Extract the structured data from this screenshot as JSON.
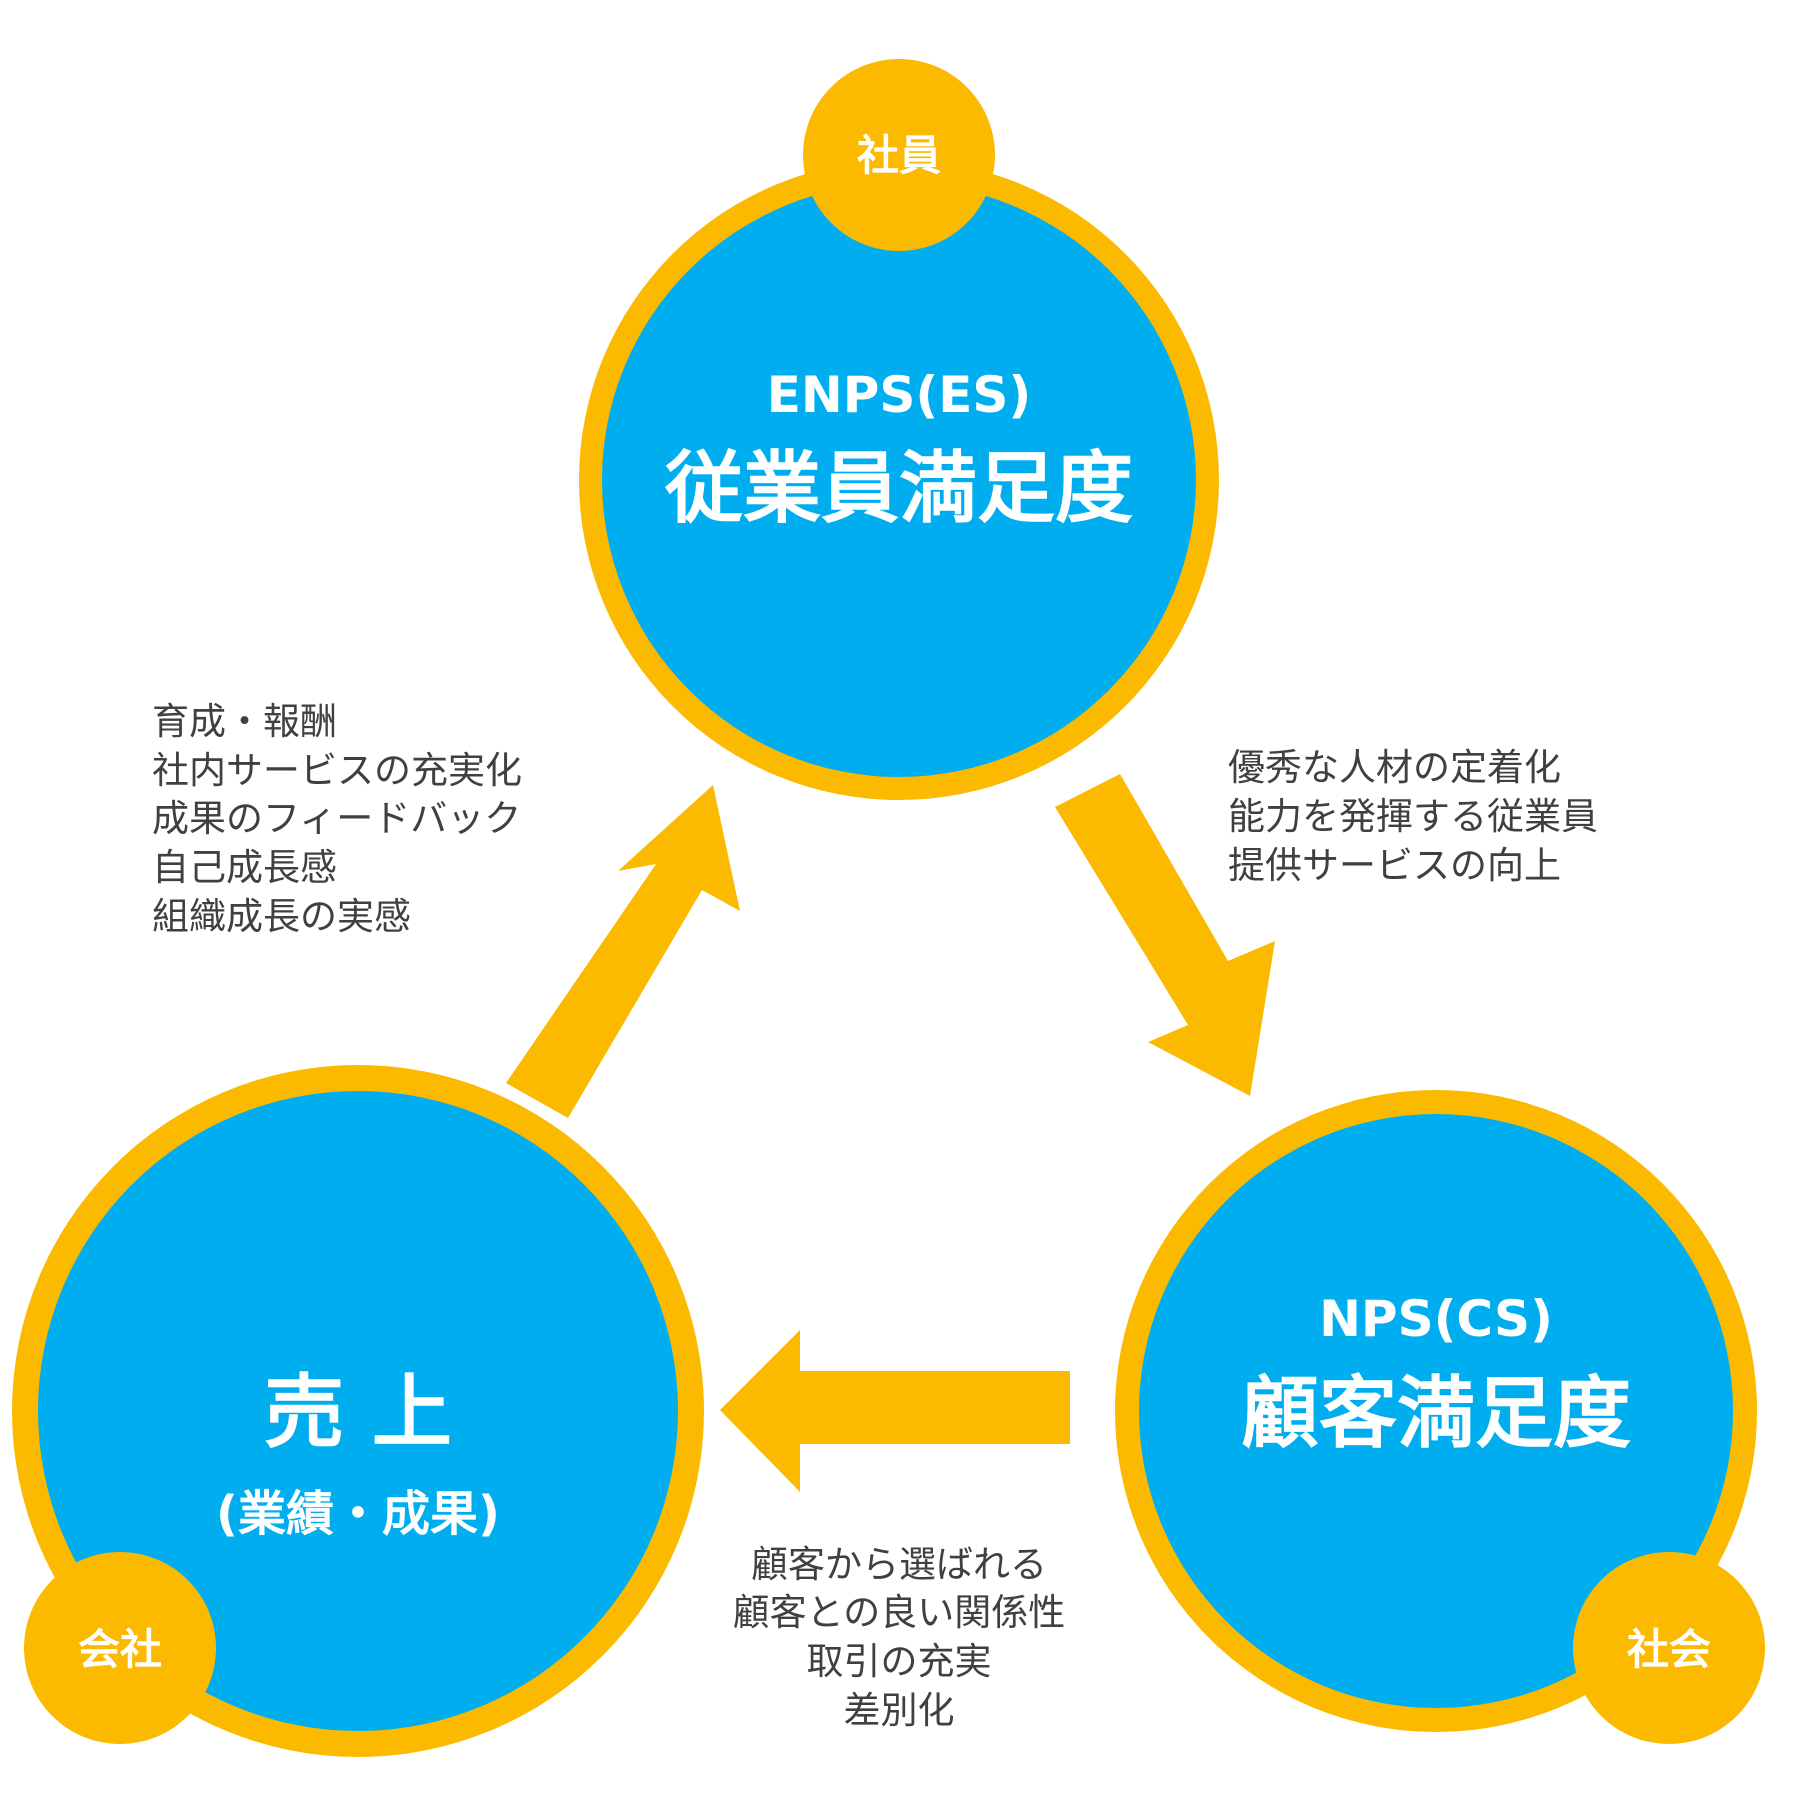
{
  "colors": {
    "ring": "#FBBA00",
    "circle_fill": "#00AEEF",
    "text_white": "#FFFFFF",
    "text_dark": "#404040"
  },
  "nodes": {
    "es": {
      "badge": "社員",
      "subtitle": "ENPS(ES)",
      "title": "従業員満足度"
    },
    "cs": {
      "badge": "社会",
      "subtitle": "NPS(CS)",
      "title": "顧客満足度"
    },
    "sales": {
      "badge": "会社",
      "title": "売 上",
      "subtitle": "(業績・成果)"
    }
  },
  "notes": {
    "sales_to_es": [
      "育成・報酬",
      "社内サービスの充実化",
      "成果のフィードバック",
      "自己成長感",
      "組織成長の実感"
    ],
    "es_to_cs": [
      "優秀な人材の定着化",
      "能力を発揮する従業員",
      "提供サービスの向上"
    ],
    "cs_to_sales": [
      "顧客から選ばれる",
      "顧客との良い関係性",
      "取引の充実",
      "差別化"
    ]
  }
}
